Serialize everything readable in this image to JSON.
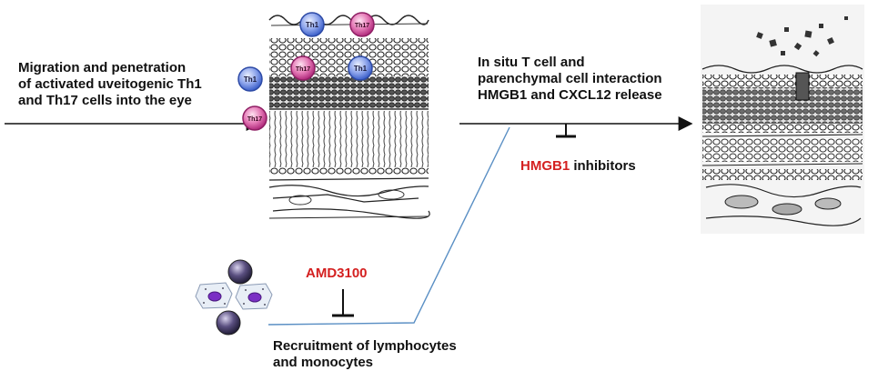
{
  "texts": {
    "migration_line1": "Migration and penetration",
    "migration_line2": "of activated uveitogenic Th1",
    "migration_line3": "and Th17 cells into the eye",
    "insitu_line1": "In situ T cell and",
    "insitu_line2": "parenchymal cell interaction",
    "insitu_line3": "HMGB1 and CXCL12 release",
    "hmgb1": "HMGB1",
    "inhibitors": " inhibitors",
    "amd3100": "AMD3100",
    "recruit_line1": "Recruitment of lymphocytes",
    "recruit_line2": "and monocytes"
  },
  "cells": {
    "th1": "Th1",
    "th17": "Th17"
  },
  "colors": {
    "th1": "#3b5fc9",
    "th17": "#c0348a",
    "inhibitor_red": "#d42020",
    "connector_blue": "#5a8fc4"
  }
}
